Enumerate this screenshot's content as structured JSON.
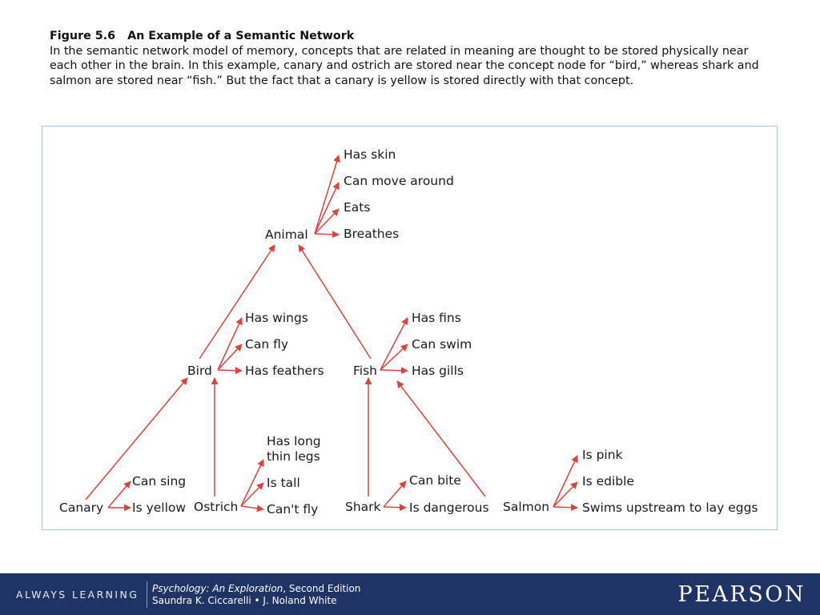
{
  "caption": {
    "figure_number": "Figure 5.6",
    "title": "An Example of a Semantic Network",
    "text": "In the semantic network model of memory, concepts that are related in meaning are thought to be stored physically near each other in the brain. In this example, canary and ostrich are stored near the concept node for “bird,” whereas shark and salmon are stored near “fish.” But the fact that a canary is yellow is stored directly with that concept."
  },
  "diagram": {
    "arrow_color": "#e0413a",
    "nodes": {
      "animal": "Animal",
      "has_skin": "Has skin",
      "can_move_around": "Can move around",
      "eats": "Eats",
      "breathes": "Breathes",
      "bird": "Bird",
      "has_wings": "Has wings",
      "can_fly": "Can fly",
      "has_feathers": "Has feathers",
      "fish": "Fish",
      "has_fins": "Has fins",
      "can_swim": "Can swim",
      "has_gills": "Has gills",
      "canary": "Canary",
      "can_sing": "Can sing",
      "is_yellow": "Is yellow",
      "ostrich": "Ostrich",
      "has_long_thin_legs_1": "Has long",
      "has_long_thin_legs_2": "thin legs",
      "is_tall": "Is tall",
      "cant_fly": "Can't fly",
      "shark": "Shark",
      "can_bite": "Can bite",
      "is_dangerous": "Is dangerous",
      "salmon": "Salmon",
      "is_pink": "Is pink",
      "is_edible": "Is edible",
      "swims_upstream": "Swims upstream to lay eggs"
    }
  },
  "footer": {
    "tagline": "ALWAYS LEARNING",
    "book_title": "Psychology: An Exploration",
    "edition": ", Second Edition",
    "authors": "Saundra K. Ciccarelli • J. Noland White",
    "brand": "PEARSON"
  }
}
